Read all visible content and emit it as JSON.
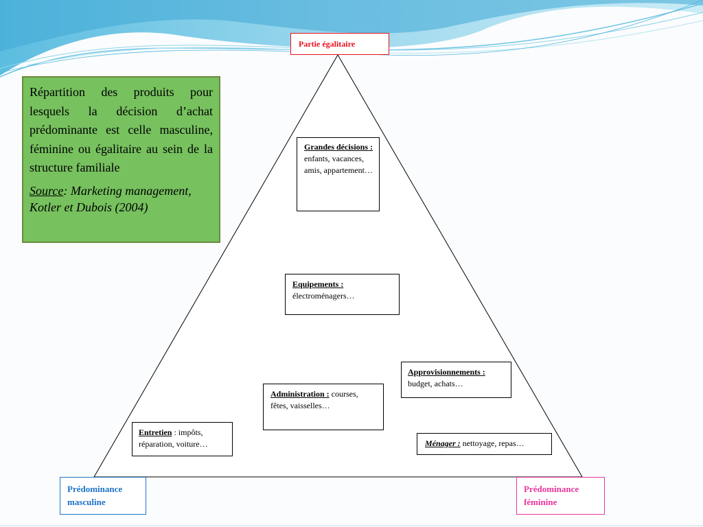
{
  "summary": {
    "text": "Répartition des produits pour lesquels la décision d’achat prédominante est celle masculine, féminine ou égalitaire au sein de la structure familiale",
    "source_label": "Source",
    "source_rest": ": Marketing management, Kotler et Dubois (2004)"
  },
  "top_label": "Partie égalitaire",
  "bottom_left_label": "Prédominance masculine",
  "bottom_right_label": "Prédominance féminine",
  "boxes": {
    "grandes": {
      "title": "Grandes décisions :",
      "text": "enfants, vacances, amis, appartement…"
    },
    "equipements": {
      "title": "Equipements :",
      "text": "électroménagers…"
    },
    "approvisionnements": {
      "title": "Approvisionnements :",
      "text": "budget, achats…"
    },
    "administration": {
      "title": "Administration :",
      "text": "courses, fêtes, vaisselles…"
    },
    "entretien": {
      "title": "Entretien",
      "text": ": impôts, réparation, voiture…"
    },
    "menager": {
      "title": "Ménager :",
      "text": "nettoyage, repas…"
    }
  },
  "colors": {
    "top_label": "#e8101a",
    "masculine": "#1e73c8",
    "feminine": "#e8359e",
    "summary_bg": "#77c15f"
  }
}
